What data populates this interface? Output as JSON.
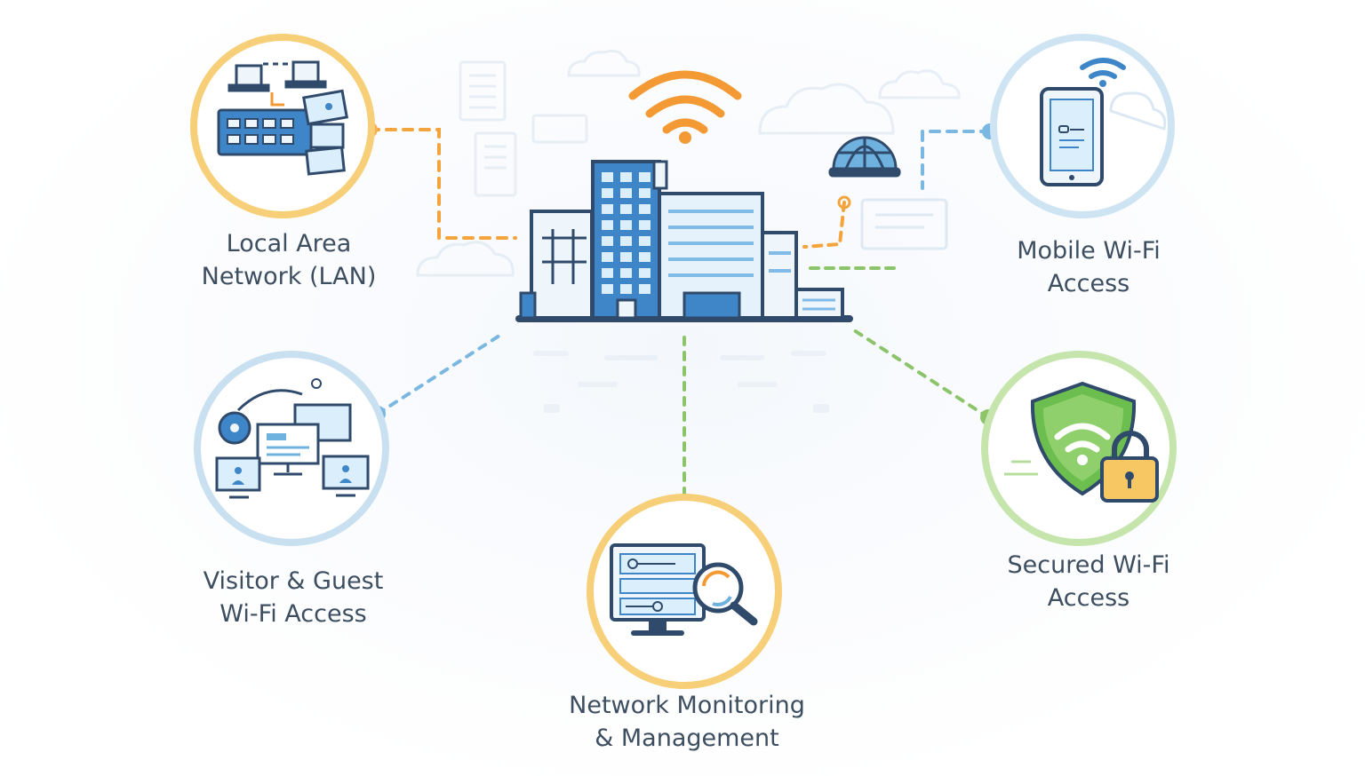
{
  "nodes": {
    "lan": {
      "line1": "Local Area",
      "line2": "Network (LAN)"
    },
    "mobile": {
      "line1": "Mobile Wi-Fi",
      "line2": "Access"
    },
    "visitor": {
      "line1": "Visitor & Guest",
      "line2": "Wi-Fi Access"
    },
    "secured": {
      "line1": "Secured Wi-Fi",
      "line2": "Access"
    },
    "monitoring": {
      "line1": "Network Monitoring",
      "line2": "& Management"
    }
  },
  "colors": {
    "orange": "#f5a84a",
    "yellow": "#f7cf78",
    "blue": "#6fb2df",
    "green": "#8fcc6a",
    "dark": "#2f4a6a",
    "building": "#3f86c9"
  },
  "icons": [
    "wifi-icon",
    "globe-icon",
    "laptop-icon",
    "server-rack-icon",
    "tablet-icon",
    "monitor-icon",
    "shield-icon",
    "lock-icon",
    "magnifier-icon",
    "cloud-icon"
  ]
}
